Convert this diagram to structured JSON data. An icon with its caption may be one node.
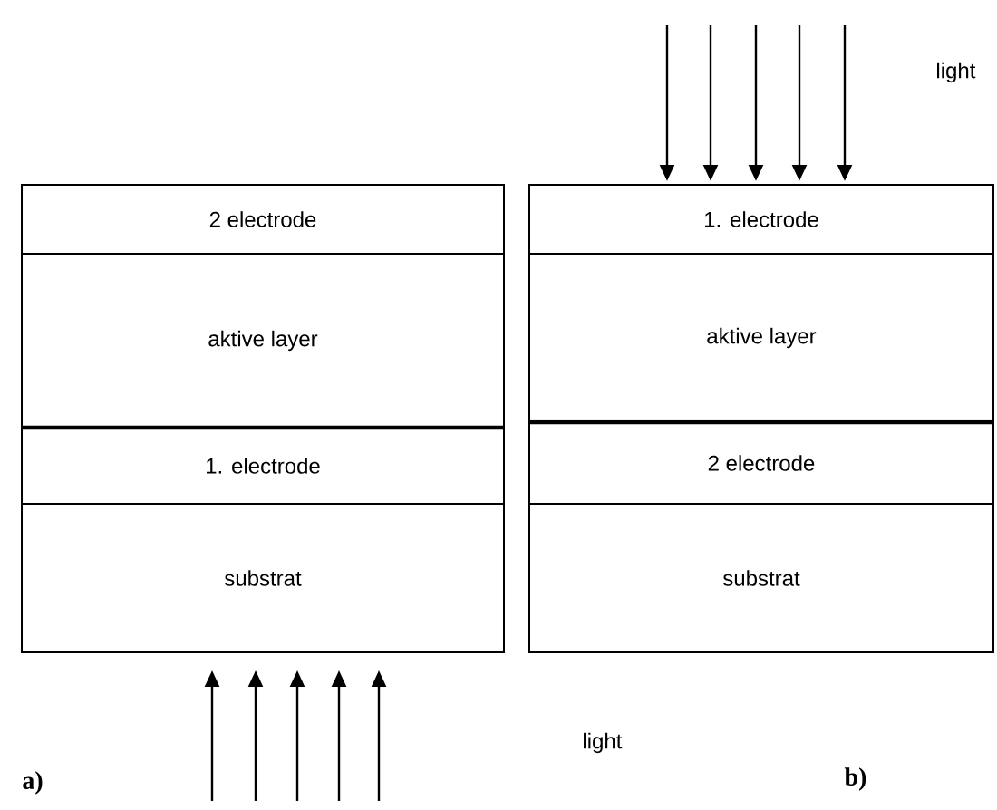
{
  "diagram": {
    "nodes": [
      {
        "text": [
          "2 electrode"
        ]
      },
      {
        "text": [
          "aktive layer"
        ]
      },
      {
        "text": [
          "1. electrode"
        ]
      },
      {
        "text": [
          "substrat"
        ]
      },
      {
        "text": [
          "1. electrode"
        ]
      },
      {
        "text": [
          "aktive layer"
        ]
      },
      {
        "text": [
          "2 electrode"
        ]
      },
      {
        "text": [
          "substrat"
        ]
      }
    ],
    "edges": [],
    "labels": [
      "light",
      "light",
      "a)",
      "b)"
    ]
  }
}
